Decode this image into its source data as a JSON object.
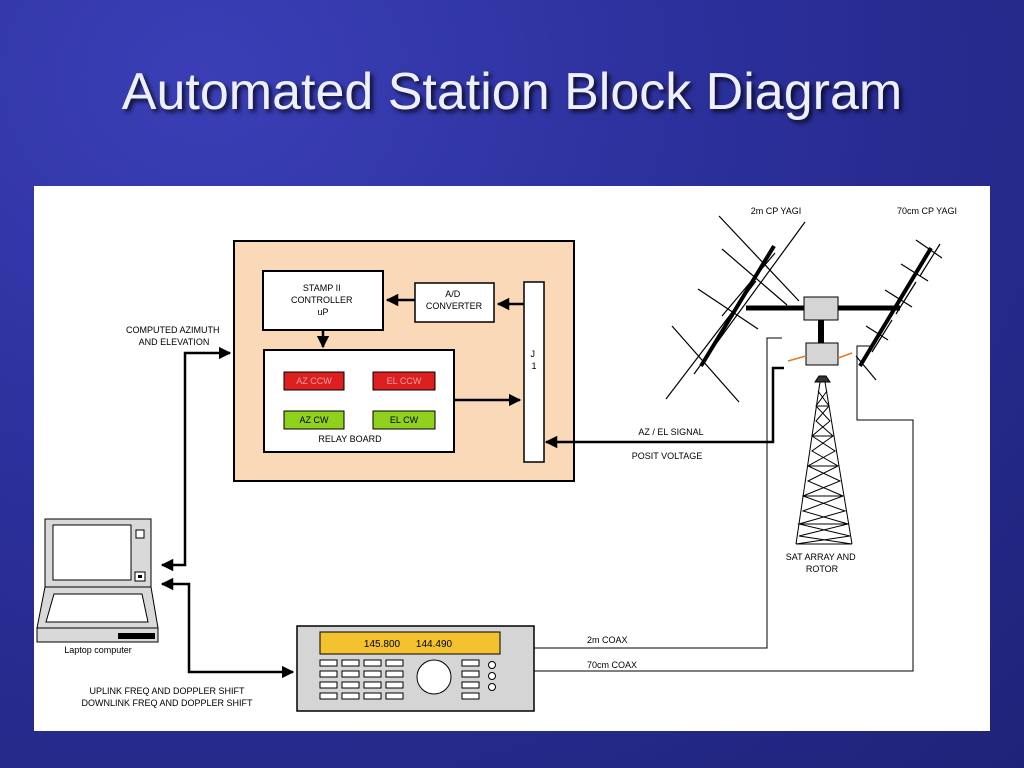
{
  "slide": {
    "title": "Automated Station Block Diagram"
  },
  "colors": {
    "background": "#2b2f9a",
    "controller_panel": "#f9d9b8",
    "relay_ccw": "#dd1f1f",
    "relay_cw": "#8fd11c",
    "radio_display": "#f3c22e"
  },
  "diagram": {
    "controller": {
      "stamp_lines": [
        "STAMP II",
        "CONTROLLER",
        "uP"
      ],
      "adc_lines": [
        "A/D",
        "CONVERTER"
      ],
      "relay_board_label": "RELAY BOARD",
      "relays": {
        "az_ccw": "AZ CCW",
        "el_ccw": "EL CCW",
        "az_cw": "AZ CW",
        "el_cw": "EL CW"
      },
      "connector_lines": [
        "J",
        "1"
      ]
    },
    "labels": {
      "computed_lines": [
        "COMPUTED AZIMUTH",
        "AND ELEVATION"
      ],
      "az_el_signal": "AZ / EL SIGNAL",
      "posit_voltage": "POSIT VOLTAGE",
      "laptop": "Laptop computer",
      "uplink": "UPLINK FREQ AND DOPPLER SHIFT",
      "downlink": "DOWNLINK FREQ AND DOPPLER SHIFT",
      "coax_2m": "2m COAX",
      "coax_70cm": "70cm COAX",
      "yagi_2m": "2m CP YAGI",
      "yagi_70cm": "70cm CP YAGI",
      "sat_array_lines": [
        "SAT ARRAY AND",
        "ROTOR"
      ]
    },
    "radio": {
      "freq_1": "145.800",
      "freq_2": "144.490"
    }
  }
}
